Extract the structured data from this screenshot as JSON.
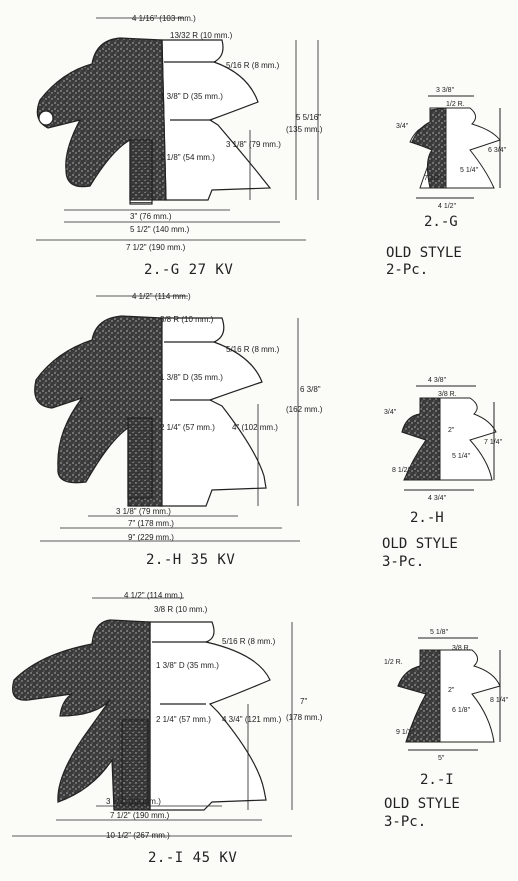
{
  "figures": [
    {
      "caption": "2.-G  27 KV",
      "dims": {
        "top": "4 1/16\" (103 mm.)",
        "top_r": "13/32 R (10 mm.)",
        "side_r": "5/16 R (8 mm.)",
        "bore": "1 3/8\" D (35 mm.)",
        "thread": "2 1/8\" (54 mm.)",
        "inner_h": "3 1/8\" (79 mm.)",
        "height": "5 5/16\"",
        "height_mm": "(135 mm.)",
        "base": "3\" (76 mm.)",
        "mid": "5 1/2\" (140 mm.)",
        "overall": "7 1/2\" (190 mm.)"
      }
    },
    {
      "caption": "2.-H   35 KV",
      "dims": {
        "top": "4 1/2\" (114 mm.)",
        "top_r": "3/8 R (10 mm.)",
        "side_r": "5/16 R (8 mm.)",
        "bore": "1 3/8\" D (35 mm.)",
        "thread": "2 1/4\" (57 mm.)",
        "inner_h": "4\" (102 mm.)",
        "height": "6 3/8\"",
        "height_mm": "(162 mm.)",
        "base": "3 1/8\" (79 mm.)",
        "mid": "7\" (178 mm.)",
        "overall": "9\" (229 mm.)"
      }
    },
    {
      "caption": "2.-I  45 KV",
      "dims": {
        "top": "4 1/2\" (114 mm.)",
        "top_r": "3/8 R (10 mm.)",
        "side_r": "5/16 R (8 mm.)",
        "bore": "1 3/8\" D (35 mm.)",
        "thread": "2 1/4\" (57 mm.)",
        "inner_h": "4 3/4\" (121 mm.)",
        "height": "7\"",
        "height_mm": "(178 mm.)",
        "base": "3 1/2\" (89 mm.)",
        "mid": "7 1/2\" (190 mm.)",
        "overall": "10 1/2\" (267 mm.)"
      }
    }
  ],
  "old_styles": [
    {
      "caption": "2.-G",
      "style": "OLD STYLE",
      "pieces": "2-Pc.",
      "dims": {
        "top": "3 3/8\"",
        "r": "1/2 R.",
        "left": "3/4\"",
        "h": "6 3/4\"",
        "mid": "5 1/4\"",
        "bottom_mid": "7 1/2\"",
        "base": "4 1/2\""
      }
    },
    {
      "caption": "2.-H",
      "style": "OLD STYLE",
      "pieces": "3-Pc.",
      "dims": {
        "top": "4 3/8\"",
        "r": "3/8 R.",
        "left": "3/4\"",
        "h": "7 1/4\"",
        "inner": "2\"",
        "mid": "5 1/4\"",
        "bottom_mid": "8 1/2\"",
        "base": "4 3/4\""
      }
    },
    {
      "caption": "2.-I",
      "style": "OLD STYLE",
      "pieces": "3-Pc.",
      "dims": {
        "top": "5 1/8\"",
        "r": "3/8 R.",
        "r2": "1/2 R.",
        "h": "8 1/4\"",
        "inner": "2\"",
        "mid": "6 1/8\"",
        "bottom_mid": "9 1/2\"",
        "base": "5\""
      }
    }
  ]
}
